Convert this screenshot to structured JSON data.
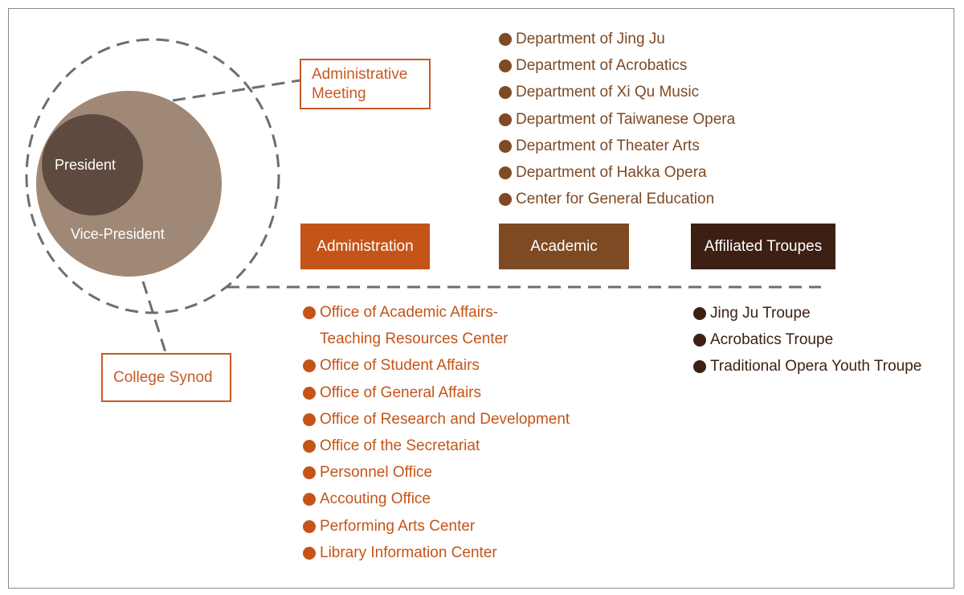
{
  "nodes": {
    "president": "President",
    "vice_president": "Vice-President",
    "administrative_meeting": "Administrative Meeting",
    "college_synod": "College Synod"
  },
  "categories": {
    "administration": "Administration",
    "academic": "Academic",
    "affiliated_troupes": "Affiliated Troupes"
  },
  "academic_units": [
    "Department of Jing Ju",
    "Department of Acrobatics",
    "Department of Xi Qu Music",
    "Department of Taiwanese Opera",
    "Department of Theater Arts",
    "Department of Hakka Opera",
    "Center for General Education"
  ],
  "administration_units": [
    "Office of Academic Affairs-",
    "Teaching Resources Center",
    "Office of Student Affairs",
    "Office of General Affairs",
    "Office of Research and Development",
    "Office of the Secretariat",
    "Personnel Office",
    "Accouting Office",
    "Performing Arts Center",
    "Library Information Center"
  ],
  "troupes": [
    "Jing Ju Troupe",
    "Acrobatics Troupe",
    "Traditional Opera Youth Troupe"
  ],
  "colors": {
    "administration": "#c45418",
    "academic": "#7e4a24",
    "troupes": "#3d2013",
    "vice_president_circle": "#a08877",
    "president_circle": "#5e4a3e",
    "connector": "#6e6e6e"
  }
}
